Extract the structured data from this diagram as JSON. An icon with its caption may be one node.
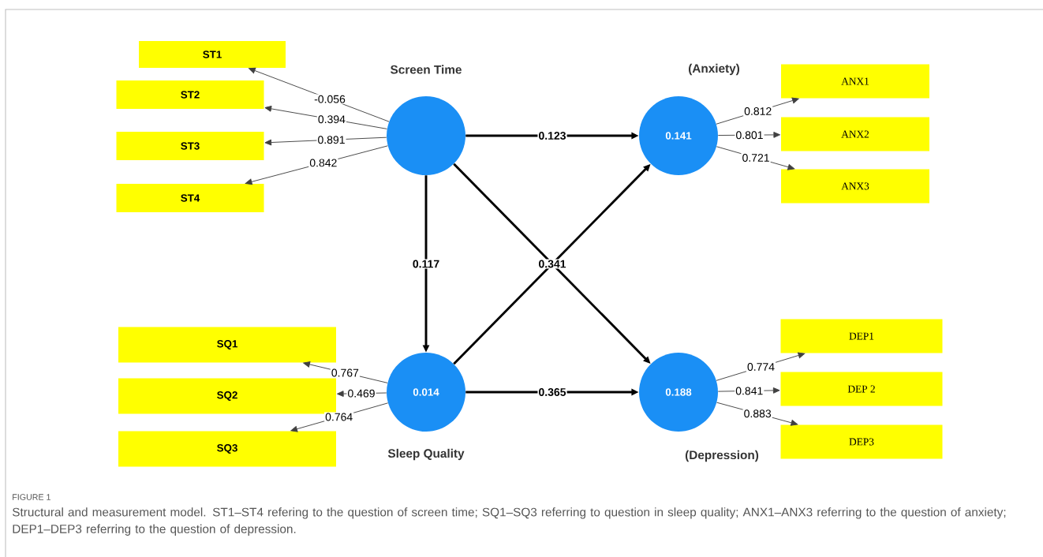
{
  "diagram": {
    "caption": "Structural and measurement model. ST1–ST4 refering to the question of screen time; SQ1–SQ3 referring to question in sleep quality; ANX1–ANX3 referring to the question of anxiety; DEP1–DEP3 referring to the question of depression.",
    "nodes": [
      {
        "text": [
          "ST1"
        ]
      },
      {
        "text": [
          "ST2"
        ]
      },
      {
        "text": [
          "ST3"
        ]
      },
      {
        "text": [
          "ST4"
        ]
      },
      {
        "text": [
          "Screen Time"
        ]
      },
      {
        "text": [
          "(Anxiety)",
          "0.141"
        ]
      },
      {
        "text": [
          "ANX1"
        ]
      },
      {
        "text": [
          "ANX2"
        ]
      },
      {
        "text": [
          "ANX3"
        ]
      },
      {
        "text": [
          "SQ1"
        ]
      },
      {
        "text": [
          "SQ2"
        ]
      },
      {
        "text": [
          "SQ3"
        ]
      },
      {
        "text": [
          "0.014",
          "Sleep Quality"
        ]
      },
      {
        "text": [
          "0.188",
          "(Depression)"
        ]
      },
      {
        "text": [
          "DEP1"
        ]
      },
      {
        "text": [
          "DEP 2"
        ]
      },
      {
        "text": [
          "DEP3"
        ]
      }
    ],
    "edges": [
      {
        "from": 4,
        "to": 0,
        "arrow": "to",
        "label": "-0.056"
      },
      {
        "from": 4,
        "to": 1,
        "arrow": "to",
        "label": "0.394"
      },
      {
        "from": 4,
        "to": 2,
        "arrow": "to",
        "label": "0.891"
      },
      {
        "from": 4,
        "to": 3,
        "arrow": "to",
        "label": "0.842"
      },
      {
        "from": 4,
        "to": 5,
        "arrow": "to",
        "label": "0.123",
        "style": "thick"
      },
      {
        "from": 4,
        "to": 12,
        "arrow": "to",
        "label": "0.117",
        "style": "thick"
      },
      {
        "from": 4,
        "to": 13,
        "arrow": "to",
        "label": "0.341",
        "style": "thick"
      },
      {
        "from": 12,
        "to": 5,
        "arrow": "to",
        "style": "thick"
      },
      {
        "from": 5,
        "to": 6,
        "arrow": "to",
        "label": "0.812"
      },
      {
        "from": 5,
        "to": 7,
        "arrow": "to",
        "label": "0.801"
      },
      {
        "from": 5,
        "to": 8,
        "arrow": "to",
        "label": "0.721"
      },
      {
        "from": 12,
        "to": 9,
        "arrow": "to",
        "label": "0.767"
      },
      {
        "from": 12,
        "to": 10,
        "arrow": "to",
        "label": "0.469"
      },
      {
        "from": 12,
        "to": 11,
        "arrow": "to",
        "label": "0.764"
      },
      {
        "from": 12,
        "to": 13,
        "arrow": "to",
        "label": "0.365",
        "style": "thick"
      },
      {
        "from": 13,
        "to": 14,
        "arrow": "to",
        "label": "0.774"
      },
      {
        "from": 13,
        "to": 15,
        "arrow": "to",
        "label": "0.841"
      },
      {
        "from": 13,
        "to": 16,
        "arrow": "to",
        "label": "0.883"
      }
    ],
    "labels": [
      "FIGURE 1"
    ]
  }
}
